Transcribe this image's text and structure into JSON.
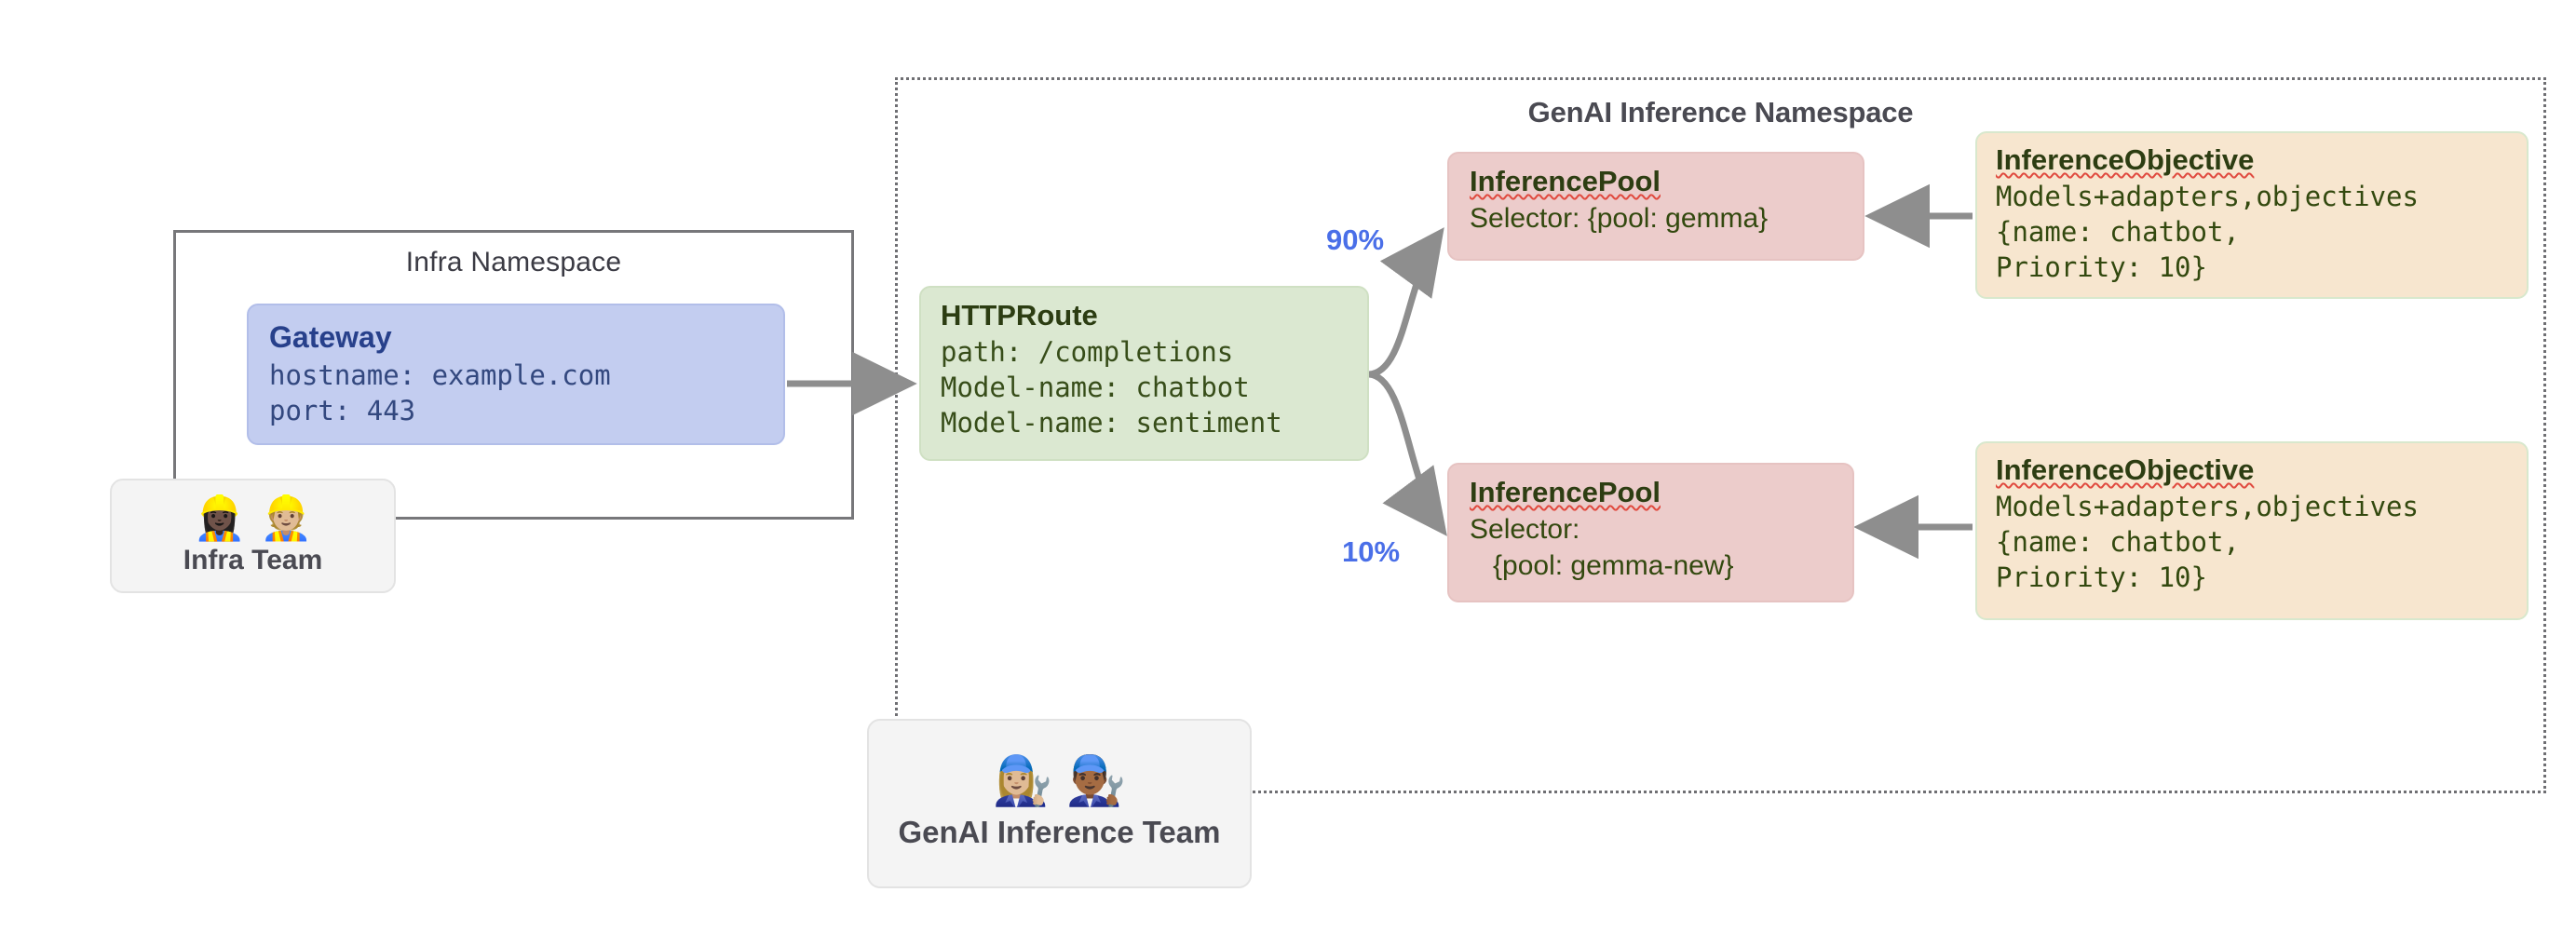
{
  "namespaces": {
    "infra": {
      "title": "Infra Namespace"
    },
    "genai": {
      "title": "GenAI Inference Namespace"
    }
  },
  "teams": {
    "infra": {
      "label": "Infra Team",
      "emoji": "👷🏿‍♀️👷🏼"
    },
    "genai": {
      "label": "GenAI Inference Team",
      "emoji": "👩🏼‍🔧👨🏾‍🔧"
    }
  },
  "nodes": {
    "gateway": {
      "title": "Gateway",
      "body": "hostname: example.com\nport: 443"
    },
    "httproute": {
      "title": "HTTPRoute",
      "body": "path: /completions\nModel-name: chatbot\nModel-name: sentiment"
    },
    "pool_gemma": {
      "title": "InferencePool",
      "body": "Selector: {pool: gemma}"
    },
    "pool_gemma_new": {
      "title": "InferencePool",
      "body": "Selector:\n   {pool: gemma-new}"
    },
    "objective_top": {
      "title": "InferenceObjective",
      "body": "Models+adapters,objectives\n{name: chatbot,\nPriority: 10}"
    },
    "objective_bottom": {
      "title": "InferenceObjective",
      "body": "Models+adapters,objectives\n{name: chatbot,\nPriority: 10}"
    }
  },
  "edges": {
    "weight_top": "90%",
    "weight_bottom": "10%"
  },
  "colors": {
    "gateway_fill": "#c3cdf0",
    "gateway_text": "#27408b",
    "httproute_fill": "#dbe8d1",
    "pool_fill": "#eccccb",
    "objective_fill": "#f7e6cf",
    "arrow": "#8e8e8e",
    "weight_text": "#4a6fe8",
    "namespace_border": "#77777a"
  }
}
